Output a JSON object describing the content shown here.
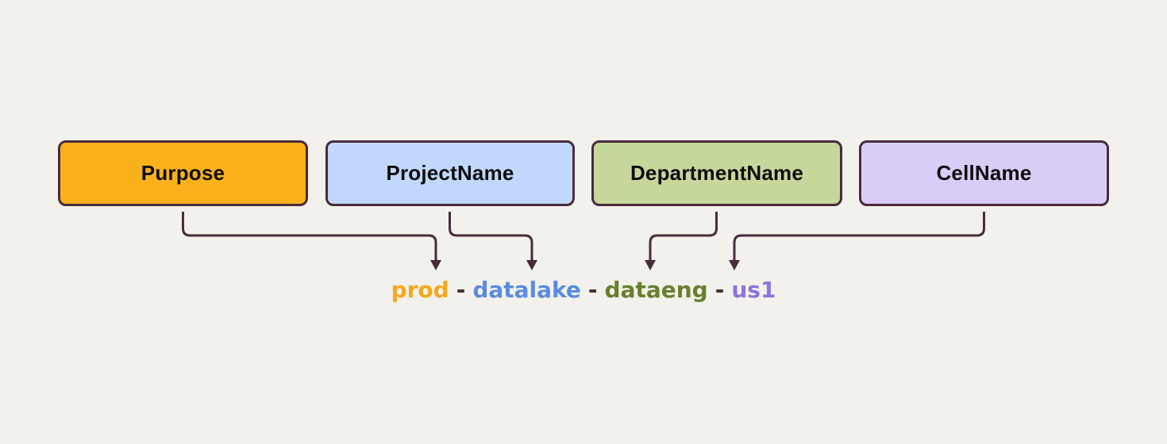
{
  "palette": {
    "background": "#F2F1EB",
    "connector": "#4A2B3C",
    "box_border": "#4A2B3C",
    "box_text": "#0D0D0D"
  },
  "boxes": [
    {
      "label": "Purpose",
      "fill": "#FBB11C"
    },
    {
      "label": "ProjectName",
      "fill": "#C1D8FC"
    },
    {
      "label": "DepartmentName",
      "fill": "#C5D79B"
    },
    {
      "label": "CellName",
      "fill": "#D9CDF7"
    }
  ],
  "naming_example": {
    "separator": "-",
    "separator_color": "#4A2B3C",
    "segments": [
      {
        "text": "prod",
        "color": "#F5A81B",
        "from_box": "Purpose"
      },
      {
        "text": "datalake",
        "color": "#5A8CE0",
        "from_box": "ProjectName"
      },
      {
        "text": "dataeng",
        "color": "#66802E",
        "from_box": "DepartmentName"
      },
      {
        "text": "us1",
        "color": "#8D74DC",
        "from_box": "CellName"
      }
    ]
  }
}
